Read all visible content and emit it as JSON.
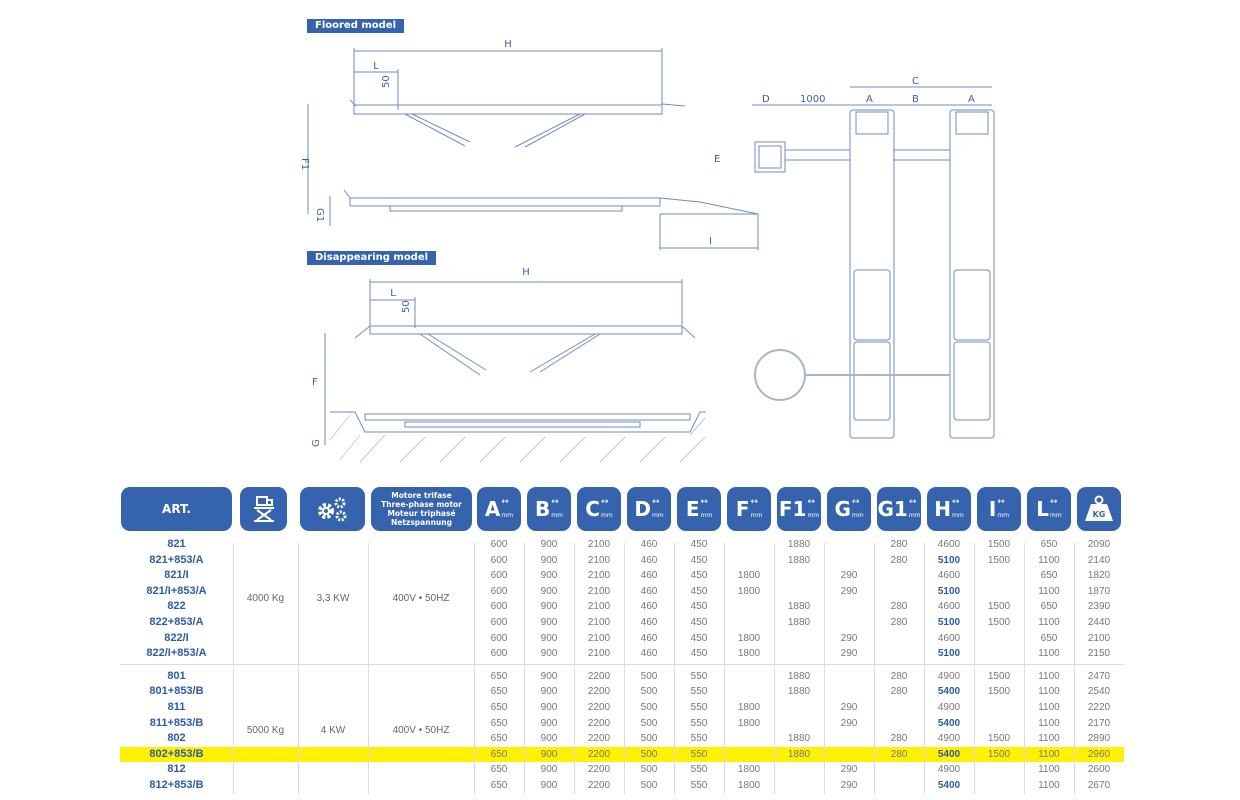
{
  "drawing": {
    "floored_label": "Floored model",
    "disappearing_label": "Disappearing model",
    "dims": {
      "h1": "H",
      "l1": "L",
      "d50a": "50",
      "f1": "F1",
      "g1": "G1",
      "i": "I",
      "h2": "H",
      "l2": "L",
      "d50b": "50",
      "f": "F",
      "g": "G",
      "d": "D",
      "d1000": "1000",
      "e": "E",
      "c": "C",
      "a1": "A",
      "b": "B",
      "a2": "A"
    }
  },
  "table": {
    "headers": {
      "art": "ART.",
      "capacity_icon": "lift-capacity-icon",
      "power_icon": "gears-icon",
      "motor": [
        "Motore trifase",
        "Three-phase motor",
        "Moteur triphasé",
        "Netzspannung"
      ],
      "dims": [
        "A",
        "B",
        "C",
        "D",
        "E",
        "F",
        "F1",
        "G",
        "G1",
        "H",
        "I",
        "L"
      ],
      "unit": "mm",
      "weight": "KG"
    },
    "groups": [
      {
        "capacity": "4000 Kg",
        "power": "3,3 KW",
        "motor": "400V • 50HZ",
        "rows": [
          {
            "art": "821",
            "values": [
              "600",
              "900",
              "2100",
              "460",
              "450",
              "",
              "1880",
              "",
              "280",
              "4600",
              "1500",
              "650",
              "2090"
            ]
          },
          {
            "art": "821+853/A",
            "values": [
              "600",
              "900",
              "2100",
              "460",
              "450",
              "",
              "1880",
              "",
              "280",
              "5100",
              "1500",
              "1100",
              "2140"
            ]
          },
          {
            "art": "821/I",
            "values": [
              "600",
              "900",
              "2100",
              "460",
              "450",
              "1800",
              "",
              "290",
              "",
              "4600",
              "",
              "650",
              "1820"
            ]
          },
          {
            "art": "821/I+853/A",
            "values": [
              "600",
              "900",
              "2100",
              "460",
              "450",
              "1800",
              "",
              "290",
              "",
              "5100",
              "",
              "1100",
              "1870"
            ]
          },
          {
            "art": "822",
            "values": [
              "600",
              "900",
              "2100",
              "460",
              "450",
              "",
              "1880",
              "",
              "280",
              "4600",
              "1500",
              "650",
              "2390"
            ]
          },
          {
            "art": "822+853/A",
            "values": [
              "600",
              "900",
              "2100",
              "460",
              "450",
              "",
              "1880",
              "",
              "280",
              "5100",
              "1500",
              "1100",
              "2440"
            ]
          },
          {
            "art": "822/I",
            "values": [
              "600",
              "900",
              "2100",
              "460",
              "450",
              "1800",
              "",
              "290",
              "",
              "4600",
              "",
              "650",
              "2100"
            ]
          },
          {
            "art": "822/I+853/A",
            "values": [
              "600",
              "900",
              "2100",
              "460",
              "450",
              "1800",
              "",
              "290",
              "",
              "5100",
              "",
              "1100",
              "2150"
            ]
          }
        ]
      },
      {
        "capacity": "5000 Kg",
        "power": "4 KW",
        "motor": "400V • 50HZ",
        "rows": [
          {
            "art": "801",
            "values": [
              "650",
              "900",
              "2200",
              "500",
              "550",
              "",
              "1880",
              "",
              "280",
              "4900",
              "1500",
              "1100",
              "2470"
            ]
          },
          {
            "art": "801+853/B",
            "values": [
              "650",
              "900",
              "2200",
              "500",
              "550",
              "",
              "1880",
              "",
              "280",
              "5400",
              "1500",
              "1100",
              "2540"
            ]
          },
          {
            "art": "811",
            "values": [
              "650",
              "900",
              "2200",
              "500",
              "550",
              "1800",
              "",
              "290",
              "",
              "4900",
              "",
              "1100",
              "2220"
            ]
          },
          {
            "art": "811+853/B",
            "values": [
              "650",
              "900",
              "2200",
              "500",
              "550",
              "1800",
              "",
              "290",
              "",
              "5400",
              "",
              "1100",
              "2170"
            ]
          },
          {
            "art": "802",
            "values": [
              "650",
              "900",
              "2200",
              "500",
              "550",
              "",
              "1880",
              "",
              "280",
              "4900",
              "1500",
              "1100",
              "2890"
            ]
          },
          {
            "art": "802+853/B",
            "highlighted": true,
            "values": [
              "650",
              "900",
              "2200",
              "500",
              "550",
              "",
              "1880",
              "",
              "280",
              "5400",
              "1500",
              "1100",
              "2960"
            ]
          },
          {
            "art": "812",
            "values": [
              "650",
              "900",
              "2200",
              "500",
              "550",
              "1800",
              "",
              "290",
              "",
              "4900",
              "",
              "1100",
              "2600"
            ]
          },
          {
            "art": "812+853/B",
            "values": [
              "650",
              "900",
              "2200",
              "500",
              "550",
              "1800",
              "",
              "290",
              "",
              "5400",
              "",
              "1100",
              "2670"
            ]
          }
        ]
      }
    ],
    "colors": {
      "header": "#3563ad",
      "art_text": "#2f5aa8",
      "highlight": "#fff200"
    }
  }
}
